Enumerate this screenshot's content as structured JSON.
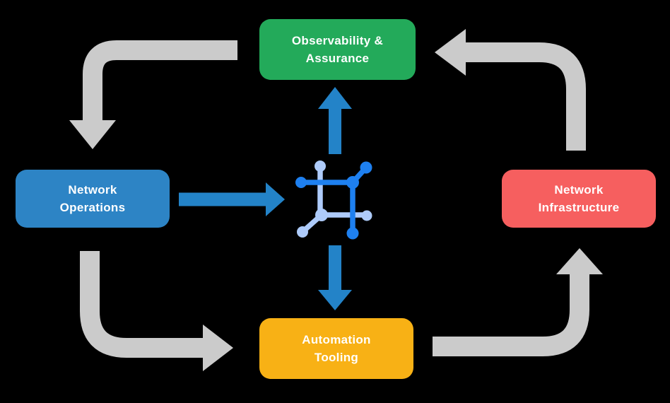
{
  "diagram": {
    "type": "cycle-flow-diagram",
    "background_color": "#000000",
    "nodes": [
      {
        "id": "observability-assurance",
        "label": "Observability & Assurance",
        "lines": [
          "Observability &",
          "Assurance"
        ],
        "color": "#23AA5A",
        "text_color": "#FFFFFF"
      },
      {
        "id": "network-operations",
        "label": "Network Operations",
        "lines": [
          "Network",
          "Operations"
        ],
        "color": "#2D84C5",
        "text_color": "#FFFFFF"
      },
      {
        "id": "network-infrastructure",
        "label": "Network Infrastructure",
        "lines": [
          "Network",
          "Infrastructure"
        ],
        "color": "#F65F5F",
        "text_color": "#FFFFFF"
      },
      {
        "id": "automation-tooling",
        "label": "Automation Tooling",
        "lines": [
          "Automation",
          "Tooling"
        ],
        "color": "#F8B115",
        "text_color": "#FFFFFF"
      }
    ],
    "center_icon": "network-mesh-icon",
    "gray_cycle_arrows": [
      {
        "from": "observability-assurance",
        "to": "network-operations",
        "shape": "left-then-down elbow"
      },
      {
        "from": "network-operations",
        "to": "automation-tooling",
        "shape": "down-then-right elbow"
      },
      {
        "from": "automation-tooling",
        "to": "network-infrastructure",
        "shape": "right-then-up elbow"
      },
      {
        "from": "network-infrastructure",
        "to": "observability-assurance",
        "shape": "up-then-left elbow"
      }
    ],
    "blue_arrows": [
      {
        "from": "network-operations",
        "to": "center-icon",
        "direction": "right"
      },
      {
        "from": "center-icon",
        "to": "observability-assurance",
        "direction": "up"
      },
      {
        "from": "center-icon",
        "to": "automation-tooling",
        "direction": "down"
      }
    ],
    "colors": {
      "arrow_gray": "#CBCBCB",
      "arrow_blue": "#2383C8",
      "icon_blue_dark": "#1E80F0",
      "icon_blue_light": "#AECBFA"
    }
  }
}
